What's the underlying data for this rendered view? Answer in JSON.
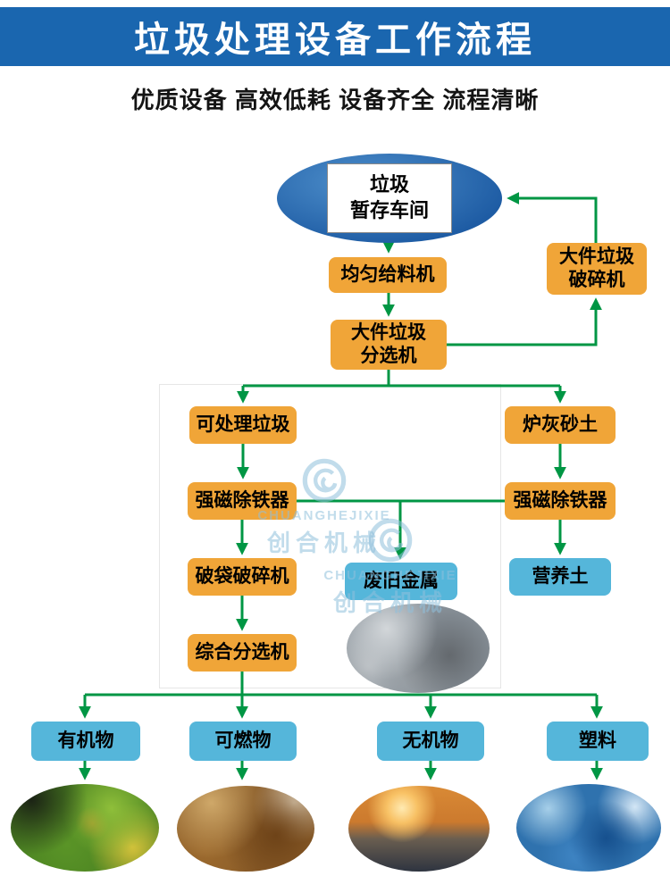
{
  "colors": {
    "banner-blue": "#1A66AF",
    "node-orange": "#F0A538",
    "node-blue": "#55B6DA",
    "line-green": "#009644",
    "ellipse-blue": "#1E5CA4",
    "ellipse-blue-light": "#4E8FCB",
    "watermark-blue": "#90C0DC"
  },
  "header": {
    "title": "垃圾处理设备工作流程",
    "subtitle": "优质设备 高效低耗 设备齐全 流程清晰"
  },
  "nodes": {
    "storage": "垃圾\n暂存车间",
    "feeder": "均匀给料机",
    "bulky_crusher": "大件垃圾\n破碎机",
    "bulky_sorter": "大件垃圾\n分选机",
    "processable_waste": "可处理垃圾",
    "furnace_ash": "炉灰砂土",
    "magnet_left": "强磁除铁器",
    "magnet_right": "强磁除铁器",
    "bag_breaker": "破袋破碎机",
    "comprehensive_sorter": "综合分选机",
    "scrap_metal": "废旧金属",
    "nutrient_soil": "营养土",
    "organic": "有机物",
    "combustible": "可燃物",
    "inorganic": "无机物",
    "plastic": "塑料"
  },
  "watermark": {
    "brand_en": "CHUANGHEJIXIE",
    "brand_cn": "创合机械"
  }
}
